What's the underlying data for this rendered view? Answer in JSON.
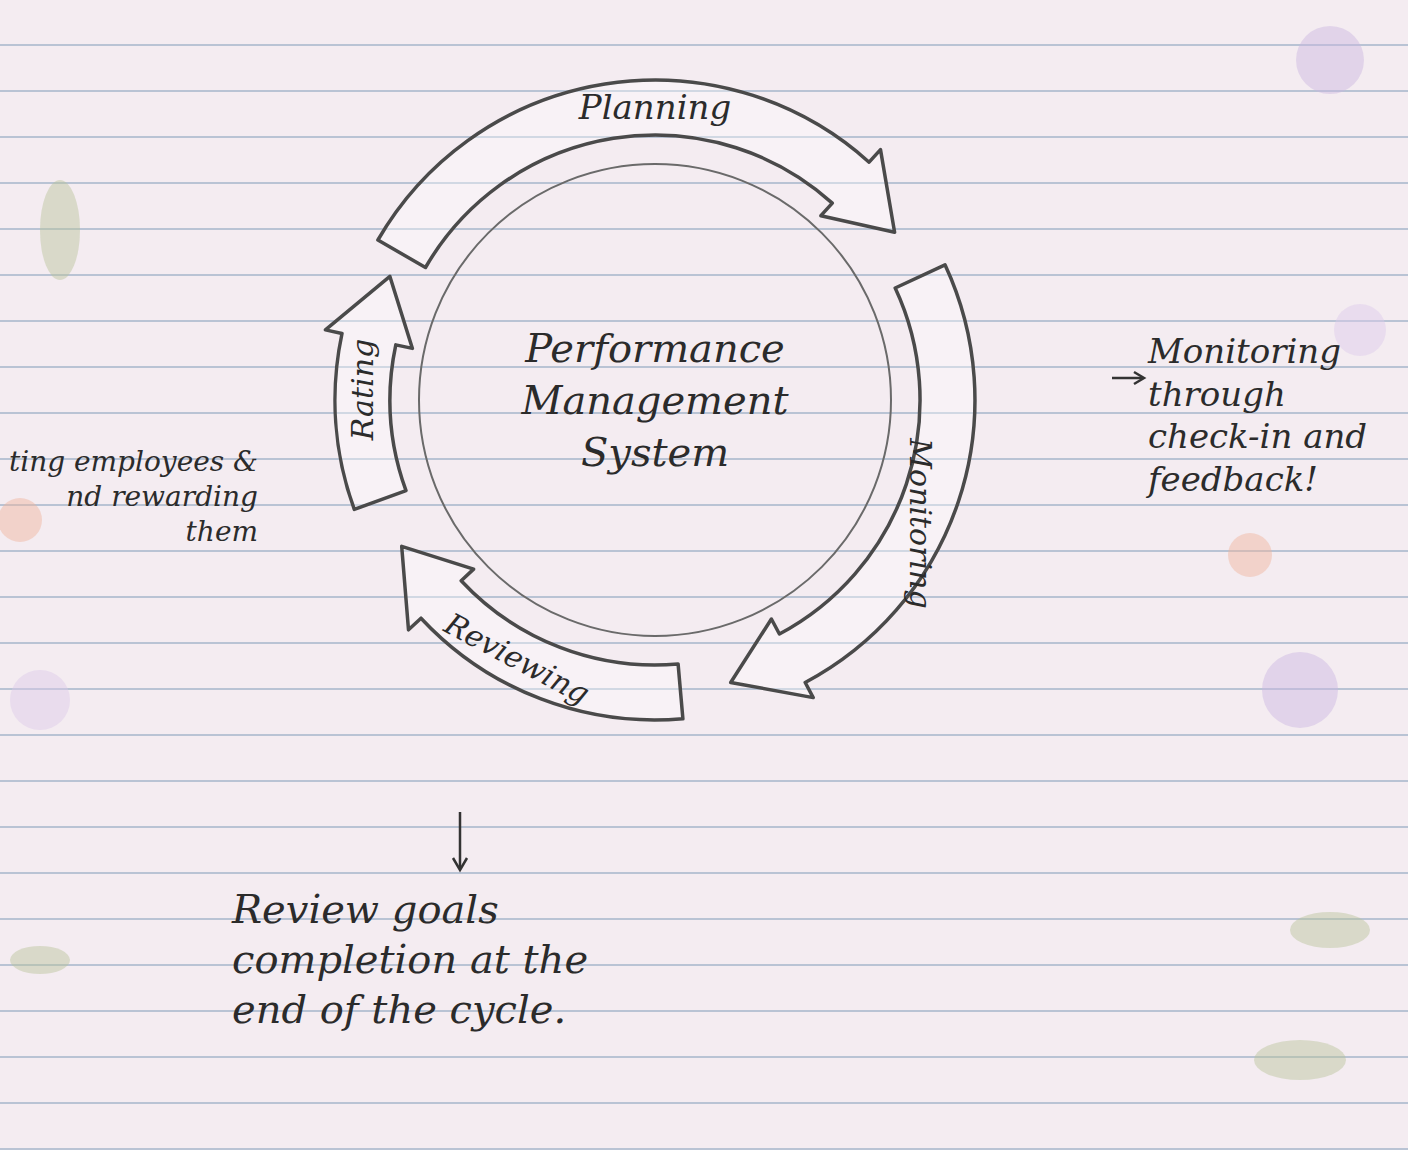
{
  "diagram": {
    "nodes": [
      {
        "text": [
          "Performance Management System"
        ]
      },
      {
        "text": [
          "Planning"
        ]
      },
      {
        "text": [
          "Monitoring"
        ]
      },
      {
        "text": [
          "Reviewing"
        ]
      },
      {
        "text": [
          "Rating"
        ]
      }
    ],
    "labels": [
      "Monitoring through check-in and feedback!",
      "Review goals completion at the end of the cycle.",
      "ting employees & nd rewarding them"
    ]
  }
}
